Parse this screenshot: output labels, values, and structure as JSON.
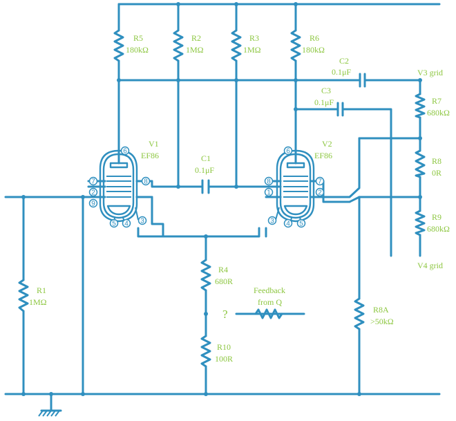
{
  "resistors": {
    "r5": {
      "name": "R5",
      "value": "180kΩ"
    },
    "r2": {
      "name": "R2",
      "value": "1MΩ"
    },
    "r3": {
      "name": "R3",
      "value": "1MΩ"
    },
    "r6": {
      "name": "R6",
      "value": "180kΩ"
    },
    "r7": {
      "name": "R7",
      "value": "680kΩ"
    },
    "r8": {
      "name": "R8",
      "value": "0R"
    },
    "r9": {
      "name": "R9",
      "value": "680kΩ"
    },
    "r1": {
      "name": "R1",
      "value": "1MΩ"
    },
    "r4": {
      "name": "R4",
      "value": "680R"
    },
    "r10": {
      "name": "R10",
      "value": "100R"
    },
    "r8a": {
      "name": "R8A",
      "value": ">50kΩ"
    }
  },
  "capacitors": {
    "c1": {
      "name": "C1",
      "value": "0.1μF"
    },
    "c2": {
      "name": "C2",
      "value": "0.1μF"
    },
    "c3": {
      "name": "C3",
      "value": "0.1μF"
    }
  },
  "valves": {
    "v1": {
      "name": "V1",
      "type": "EF86"
    },
    "v2": {
      "name": "V2",
      "type": "EF86"
    }
  },
  "pins": {
    "v1": {
      "p6": "6",
      "p7": "7",
      "p2": "2",
      "p9": "9",
      "p8": "8",
      "p5": "5",
      "p4": "4",
      "p3": "3"
    },
    "v2": {
      "p6": "6",
      "p8": "8",
      "p1": "1",
      "p3": "3",
      "p7": "7",
      "p2": "2",
      "p4": "4",
      "p5": "5"
    }
  },
  "outputs": {
    "v3_grid": "V3 grid",
    "v4_grid": "V4 grid"
  },
  "feedback": {
    "line1": "Feedback",
    "line2": "from Q",
    "unknown": "?"
  },
  "colors": {
    "wire": "#2f8fbf",
    "label": "#8cc63f",
    "background": "#ffffff"
  }
}
